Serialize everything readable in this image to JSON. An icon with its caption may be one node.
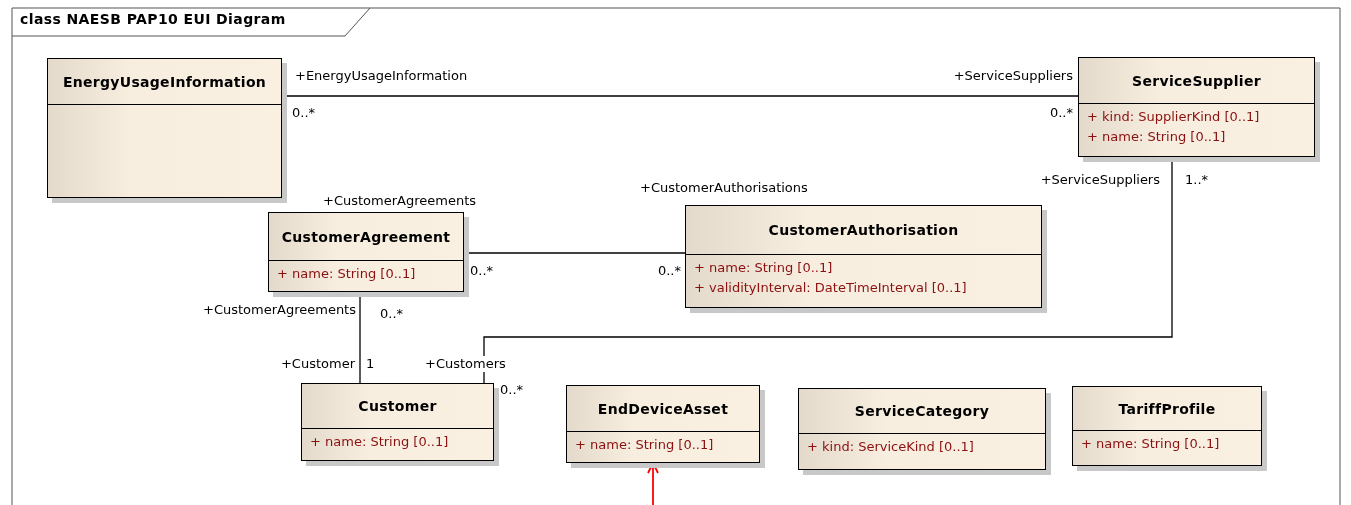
{
  "diagram": {
    "title": "class NAESB PAP10 EUI Diagram",
    "nodes": [
      {
        "text": [
          "EnergyUsageInformation"
        ]
      },
      {
        "text": [
          "ServiceSupplier",
          "+ kind: SupplierKind [0..1]",
          "+ name: String [0..1]"
        ]
      },
      {
        "text": [
          "CustomerAgreement",
          "+ name: String [0..1]"
        ]
      },
      {
        "text": [
          "CustomerAuthorisation",
          "+ name: String [0..1]",
          "+ validityInterval: DateTimeInterval [0..1]"
        ]
      },
      {
        "text": [
          "Customer",
          "+ name: String [0..1]"
        ]
      },
      {
        "text": [
          "EndDeviceAsset",
          "+ name: String [0..1]"
        ]
      },
      {
        "text": [
          "ServiceCategory",
          "+ kind: ServiceKind [0..1]"
        ]
      },
      {
        "text": [
          "TariffProfile",
          "+ name: String [0..1]"
        ]
      }
    ],
    "edges": [
      {
        "from": 0,
        "to": 1,
        "arrow": "none"
      },
      {
        "from": 2,
        "to": 3,
        "arrow": "none"
      },
      {
        "from": 2,
        "to": 4,
        "arrow": "none"
      },
      {
        "from": 1,
        "to": 4,
        "arrow": "none"
      },
      {
        "from": null,
        "to": 5,
        "arrow": "to",
        "color": "#ff0000"
      }
    ],
    "labels": [
      "+EnergyUsageInformation",
      "+ServiceSuppliers",
      "0..*",
      "0..*",
      "+ServiceSuppliers",
      "1..*",
      "+CustomerAuthorisations",
      "+CustomerAgreements",
      "0..*",
      "0..*",
      "+CustomerAgreements",
      "0..*",
      "+Customer",
      "1",
      "+Customers",
      "0..*"
    ]
  }
}
